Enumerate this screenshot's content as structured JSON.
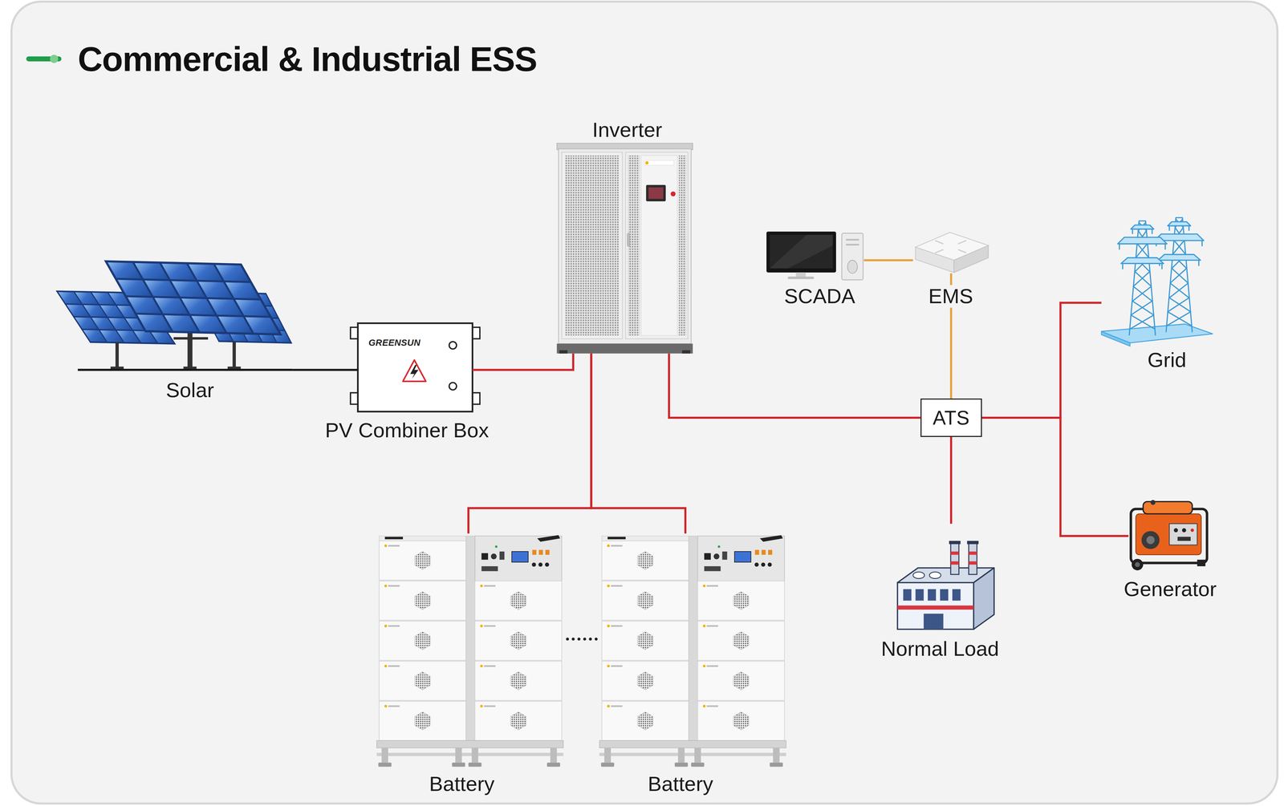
{
  "diagram": {
    "title": "Commercial & Industrial ESS",
    "nodes": [
      {
        "text": [
          "Inverter"
        ]
      },
      {
        "text": [
          "Solar"
        ]
      },
      {
        "text": [
          "GREENSUN",
          "PV Combiner Box"
        ]
      },
      {
        "text": [
          "SCADA"
        ]
      },
      {
        "text": [
          "EMS"
        ]
      },
      {
        "text": [
          "Grid"
        ]
      },
      {
        "text": [
          "ATS"
        ]
      },
      {
        "text": [
          "Battery"
        ]
      },
      {
        "text": [
          "Battery"
        ]
      },
      {
        "text": [
          "Normal Load"
        ]
      },
      {
        "text": [
          "Generator"
        ]
      }
    ],
    "edges": [
      {
        "from": 1,
        "to": 2,
        "arrow": "none"
      },
      {
        "from": 2,
        "to": 0,
        "arrow": "none"
      },
      {
        "from": 0,
        "to": 7,
        "arrow": "none"
      },
      {
        "from": 0,
        "to": 8,
        "arrow": "none"
      },
      {
        "from": 0,
        "to": 6,
        "arrow": "none"
      },
      {
        "from": 3,
        "to": 4,
        "arrow": "none"
      },
      {
        "from": 4,
        "to": 6,
        "arrow": "none"
      },
      {
        "from": 6,
        "to": 5,
        "arrow": "none"
      },
      {
        "from": 6,
        "to": 10,
        "arrow": "none"
      },
      {
        "from": 6,
        "to": 9,
        "arrow": "none"
      }
    ]
  }
}
